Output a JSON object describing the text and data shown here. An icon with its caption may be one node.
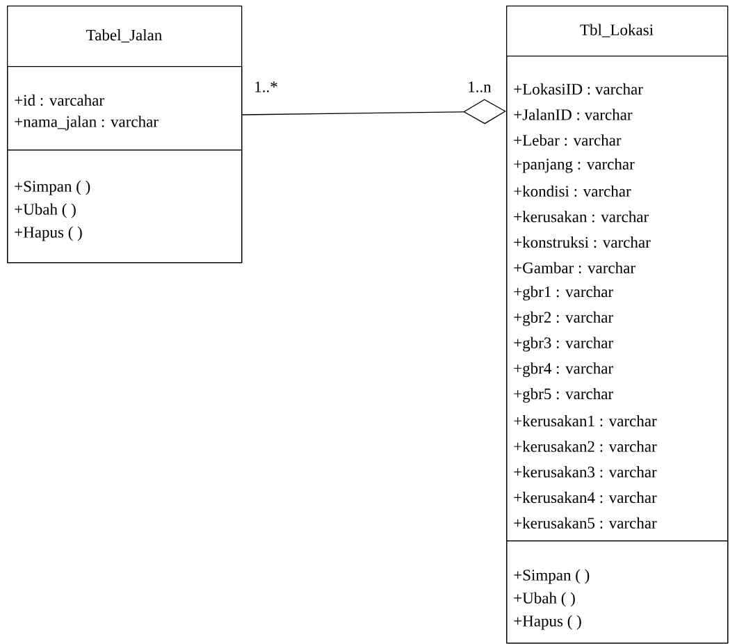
{
  "diagram": {
    "nodes": [
      {
        "text": [
          "Tabel_Jalan"
        ]
      },
      {
        "text": [
          "+id : varcahar",
          "+nama_jalan : varchar"
        ],
        "in": 0
      },
      {
        "text": [
          "+Simpan ( )",
          "+Ubah ( )",
          "+Hapus ( )"
        ],
        "in": 0
      },
      {
        "text": [
          "Tbl_Lokasi"
        ]
      },
      {
        "text": [
          "+LokasiID : varchar",
          "+JalanID : varchar",
          "+Lebar : varchar",
          "+panjang : varchar",
          "+kondisi : varchar",
          "+kerusakan : varchar",
          "+konstruksi : varchar",
          "+Gambar : varchar",
          "+gbr1 : varchar",
          "+gbr2 : varchar",
          "+gbr3 : varchar",
          "+gbr4 : varchar",
          "+gbr5 : varchar",
          "+kerusakan1 : varchar",
          "+kerusakan2 : varchar",
          "+kerusakan3 : varchar",
          "+kerusakan4 : varchar",
          "+kerusakan5 : varchar"
        ],
        "in": 3
      },
      {
        "text": [
          "+Simpan ( )",
          "+Ubah ( )",
          "+Hapus ( )"
        ],
        "in": 3
      }
    ],
    "edges": [
      {
        "from": 0,
        "to": 3,
        "arrow": "other"
      }
    ],
    "labels": [
      "1..*",
      "1..n"
    ]
  }
}
